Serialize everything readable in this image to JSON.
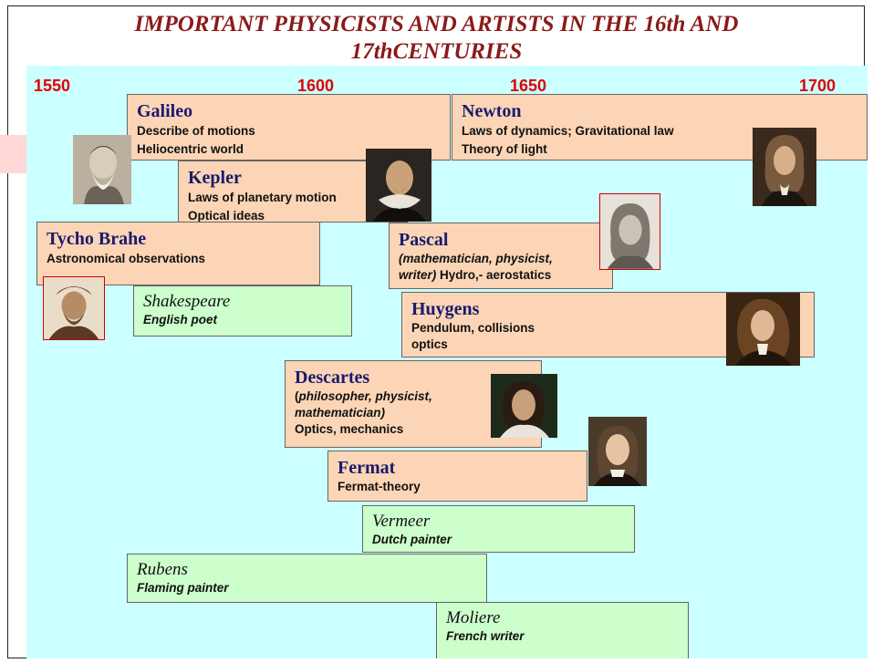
{
  "title": {
    "line1": "IMPORTANT PHYSICISTS AND ARTISTS IN THE 16th AND",
    "line2": "17thCENTURIES"
  },
  "years": [
    "1550",
    "1600",
    "1650",
    "1700"
  ],
  "colors": {
    "title": "#8b1a1a",
    "years": "#e00000",
    "scientist_box": "#fbd5b5",
    "artist_box": "#ccffcc",
    "panel": "#ccffff",
    "name": "#1a1a6e"
  },
  "people": {
    "galileo": {
      "name": "Galileo",
      "lines": [
        "Describe of motions",
        "Heliocentric world"
      ]
    },
    "newton": {
      "name": "Newton",
      "lines": [
        "Laws of dynamics;  Gravitational law",
        "Theory of light"
      ]
    },
    "kepler": {
      "name": "Kepler",
      "lines": [
        "Laws of planetary motion",
        "Optical ideas"
      ]
    },
    "tycho": {
      "name": "Tycho Brahe",
      "lines": [
        "Astronomical observations"
      ]
    },
    "pascal": {
      "name": "Pascal",
      "italic_line1": "(mathematician, physicist,",
      "italic_line2": "writer)",
      "line2_rest": " Hydro,- aerostatics"
    },
    "shakespeare": {
      "name": "Shakespeare",
      "lines": [
        "English poet"
      ]
    },
    "huygens": {
      "name": "Huygens",
      "lines": [
        "Pendulum, collisions",
        "optics"
      ]
    },
    "descartes": {
      "name": "Descartes",
      "paren_open": "(",
      "italic_line1": "philosopher, physicist,",
      "italic_line2": "mathematician)",
      "lines": [
        "Optics, mechanics"
      ]
    },
    "fermat": {
      "name": "Fermat",
      "lines": [
        "Fermat-theory"
      ]
    },
    "vermeer": {
      "name": "Vermeer",
      "lines": [
        "Dutch painter"
      ]
    },
    "rubens": {
      "name": "Rubens",
      "lines": [
        "Flaming painter"
      ]
    },
    "moliere": {
      "name": "Moliere",
      "lines": [
        "French writer"
      ]
    }
  }
}
